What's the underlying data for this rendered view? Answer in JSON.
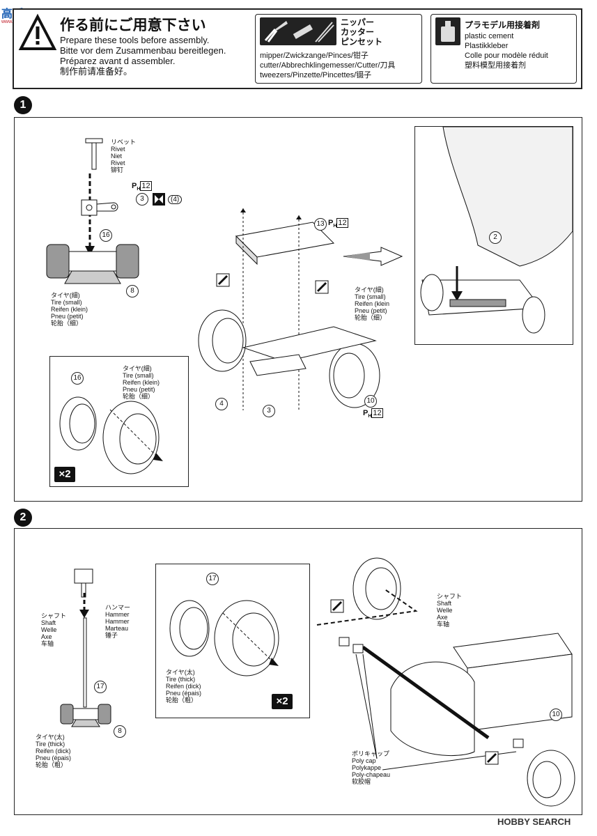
{
  "watermark_top": {
    "line1": "高手网",
    "line2": "www.gaoshou.net"
  },
  "header": {
    "title": "作る前にご用意下さい",
    "lines": [
      "Prepare these tools before assembly.",
      "Bitte vor dem Zusammenbau bereitlegen.",
      "Préparez avant d assembler.",
      "制作前请准备好。"
    ]
  },
  "tools": {
    "heading": [
      "ニッパー",
      "カッター",
      "ピンセット"
    ],
    "lines": [
      "mipper/Zwickzange/Pinces/钳子",
      "cutter/Abbrechklingemesser/Cutter/刀具",
      "tweezers/Pinzette/Pincettes/镊子"
    ]
  },
  "cement": {
    "heading": "プラモデル用接着剤",
    "lines": [
      "plastic cement",
      "Plastikkleber",
      "Colle pour modèle réduit",
      "塑料模型用接着剂"
    ]
  },
  "step1": {
    "number": "1",
    "rivet": [
      "リベット",
      "Rivet",
      "Niet",
      "Rivet",
      "铆钉"
    ],
    "ph12_a": "P",
    "ph12_sub": "H",
    "ph12_num": "12",
    "part3": "3",
    "part4": "(4)",
    "part16": "16",
    "part8": "8",
    "part13": "13",
    "part2": "2",
    "part4b": "4",
    "part3b": "3",
    "part10": "10",
    "tire_small_left": [
      "タイヤ(細)",
      "Tire (small)",
      "Reifen (klein)",
      "Pneu (petit)",
      "轮胎（细）"
    ],
    "tire_small_right": [
      "タイヤ(細)",
      "Tire (small)",
      "Reifen (klein",
      "Pneu (petit)",
      "轮胎（细）"
    ],
    "tire_small_inset": [
      "タイヤ(細)",
      "Tire (small)",
      "Reifen (klein)",
      "Pneu (petit)",
      "轮胎（细）"
    ],
    "inset_part16": "16",
    "x2": "×2"
  },
  "step2": {
    "number": "2",
    "hammer": [
      "ハンマー",
      "Hammer",
      "Hammer",
      "Marteau",
      "锤子"
    ],
    "shaft_left": [
      "シャフト",
      "Shaft",
      "Welle",
      "Axe",
      "车轴"
    ],
    "part17": "17",
    "part8": "8",
    "tire_thick_left": [
      "タイヤ(太)",
      "Tire (thick)",
      "Reifen (dick)",
      "Pneu (épais)",
      "轮胎（粗）"
    ],
    "inset_part17": "17",
    "tire_thick_inset": [
      "タイヤ(太)",
      "Tire (thick)",
      "Reifen (dick)",
      "Pneu (épais)",
      "轮胎（粗）"
    ],
    "x2": "×2",
    "shaft_right": [
      "シャフト",
      "Shaft",
      "Welle",
      "Axe",
      "车轴"
    ],
    "polycap": [
      "ポリキャップ",
      "Poly cap",
      "Polykappe",
      "Poly-chapeau",
      "软胶帽"
    ],
    "part10": "10"
  },
  "watermark_bottom": "HOBBY SEARCH"
}
